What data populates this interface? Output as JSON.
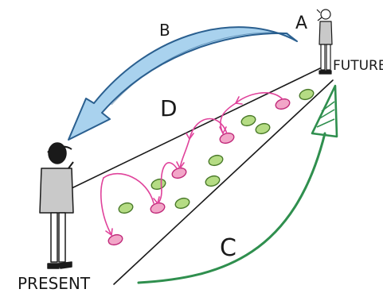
{
  "labels": {
    "a": "A",
    "b": "B",
    "c": "C",
    "d": "D",
    "future": "FUTURE",
    "present": "PRESENT"
  },
  "colors": {
    "ink": "#1a1a1a",
    "blue_arrow": "#a9d2ee",
    "blue_arrow_edge": "#2a5f8f",
    "green_arrow": "#2f8f4e",
    "pink": "#e0439b",
    "pink_dot": "#f2a6c8",
    "green_dot": "#b5dc84",
    "person_shirt": "#c9c9c9"
  },
  "icons": {
    "present_person": "person-looking-ahead-icon",
    "future_person": "person-looking-back-icon"
  }
}
